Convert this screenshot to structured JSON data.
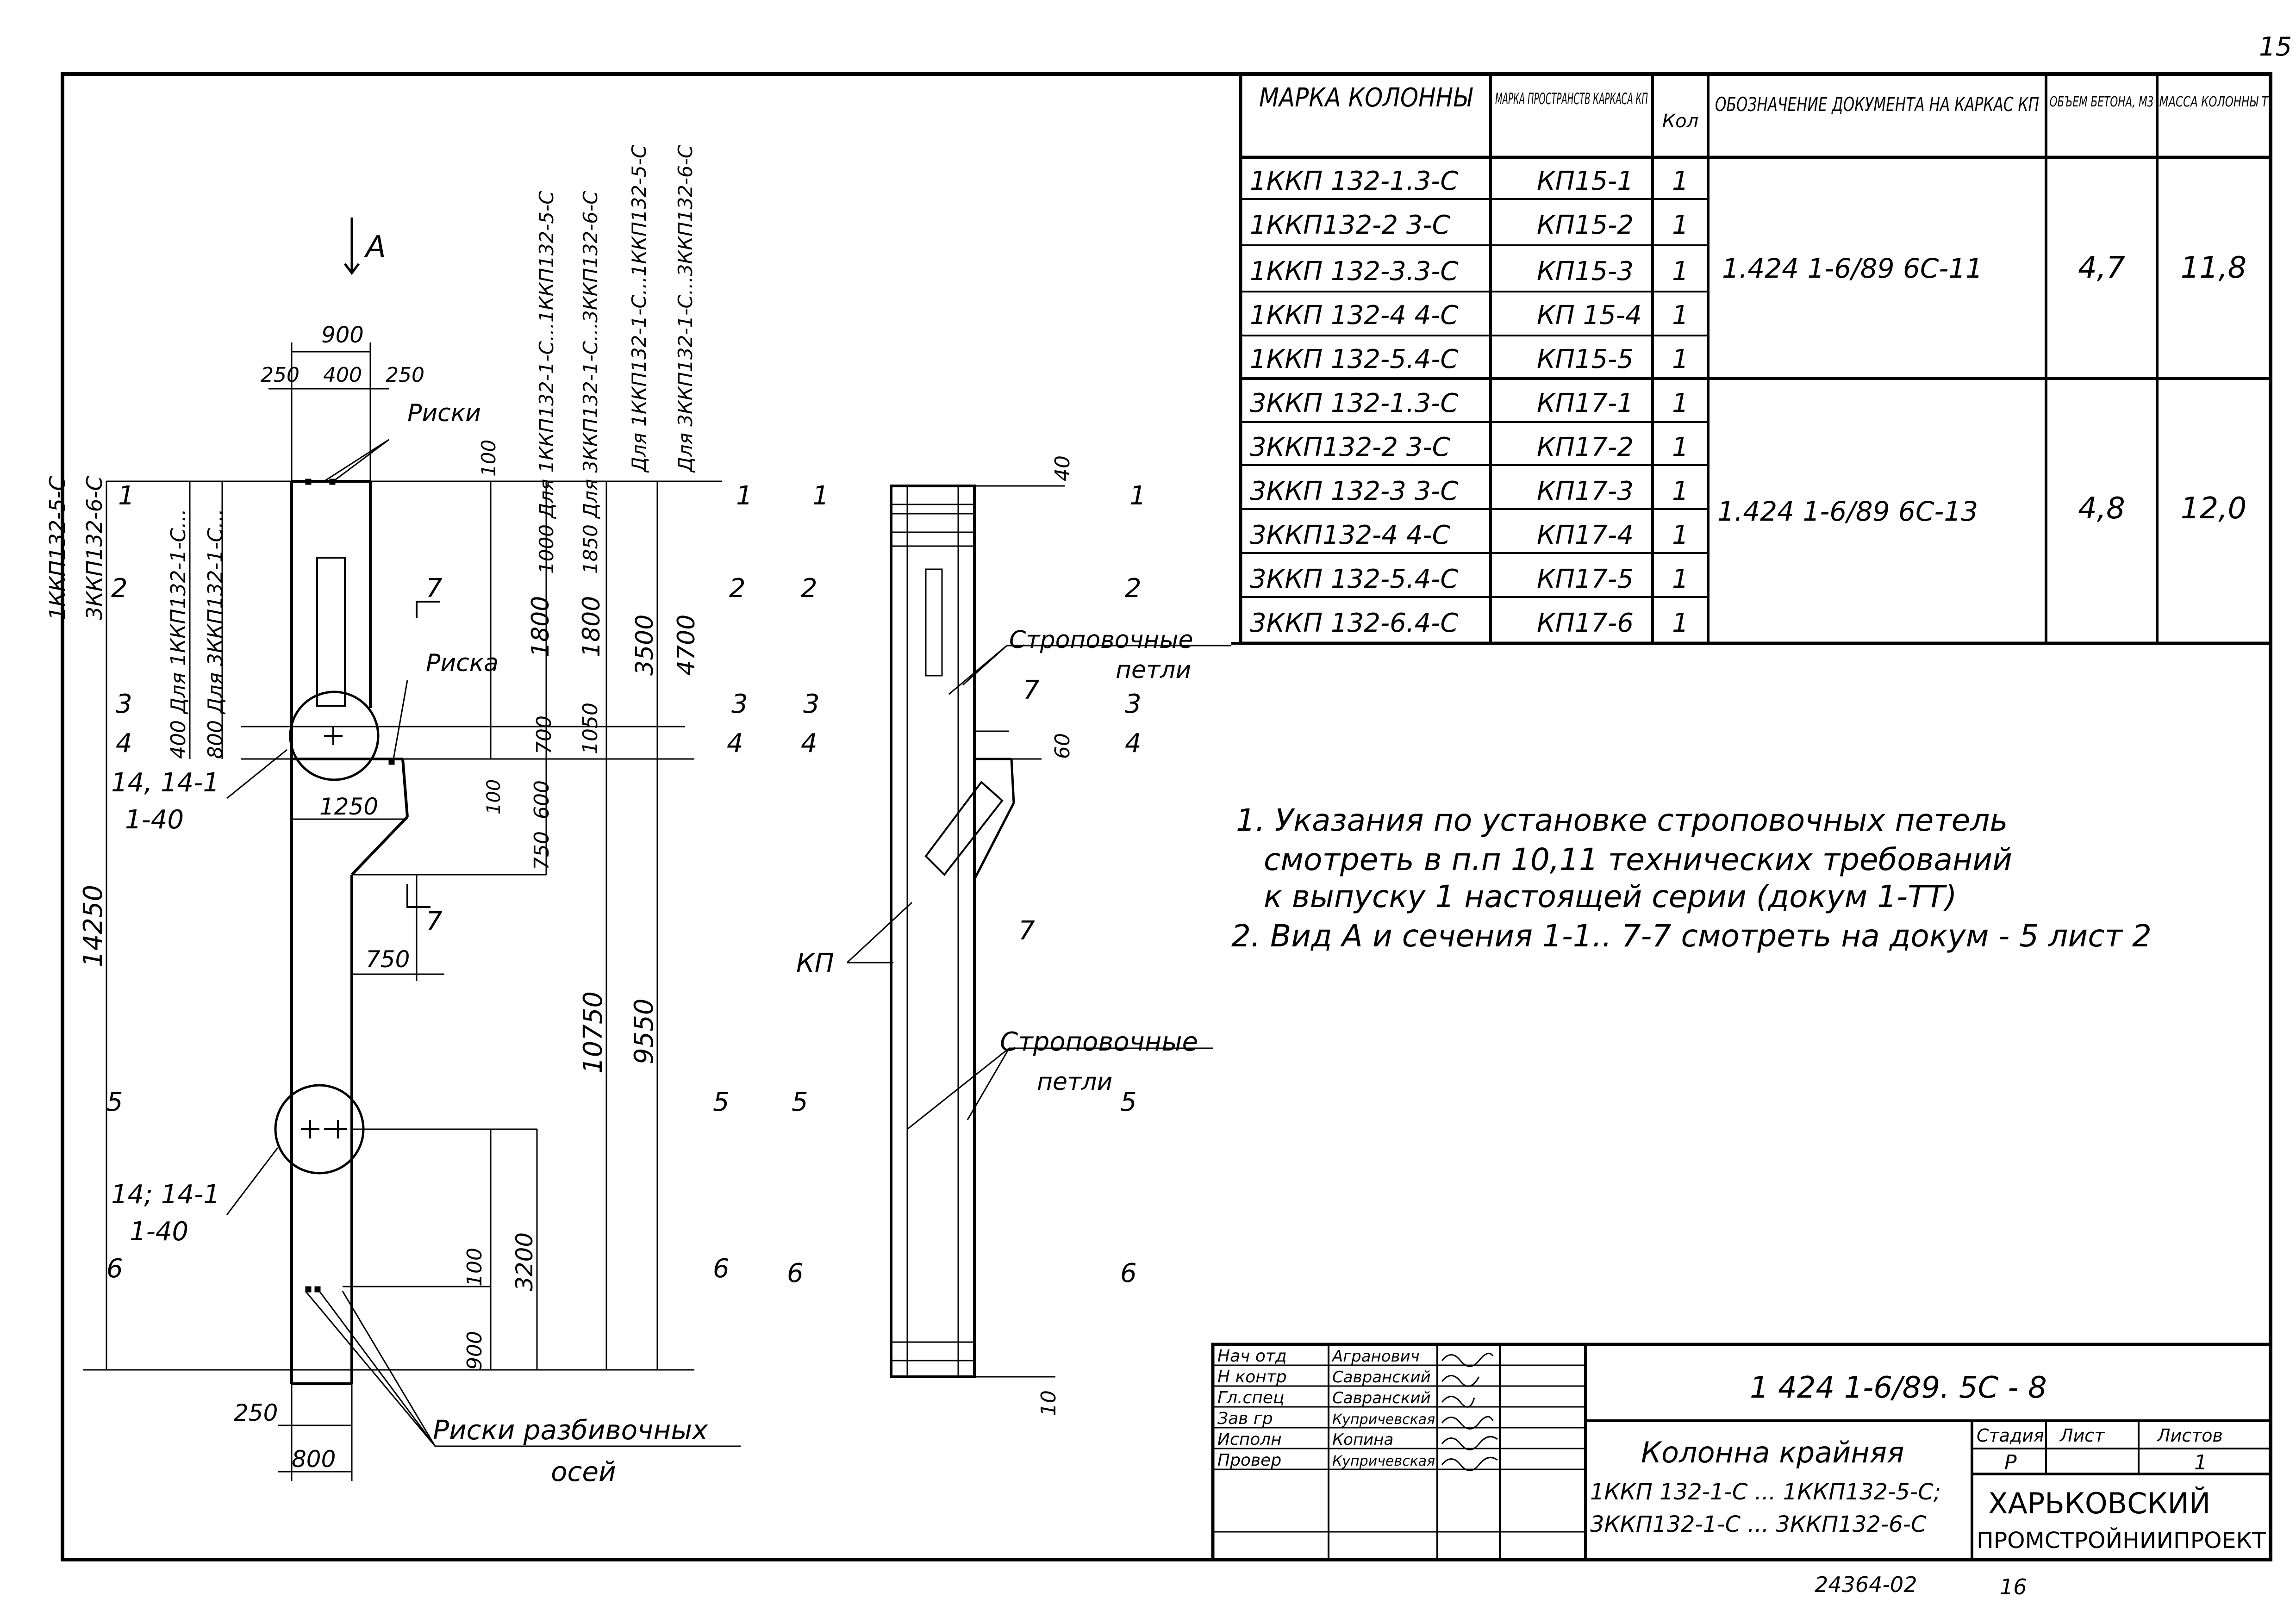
{
  "sheet": {
    "page_number": "15",
    "archive_number": "24364-02",
    "archive_sheet": "16"
  },
  "table": {
    "headers": [
      "МАРКА КОЛОННЫ",
      "МАРКА ПРОСТРАНСТВ КАРКАСА КП",
      "Кол",
      "ОБОЗНАЧЕНИЕ ДОКУМЕНТА НА КАРКАС КП",
      "ОБЪЕМ БЕТОНА, М3",
      "МАССА КОЛОННЫ Т"
    ],
    "group1": {
      "rows": [
        {
          "col": "1ККП 132-1.3-С",
          "kp": "КП15-1",
          "qty": "1"
        },
        {
          "col": "1ККП132-2 3-С",
          "kp": "КП15-2",
          "qty": "1"
        },
        {
          "col": "1ККП 132-3.3-С",
          "kp": "КП15-3",
          "qty": "1"
        },
        {
          "col": "1ККП 132-4 4-С",
          "kp": "КП 15-4",
          "qty": "1"
        },
        {
          "col": "1ККП 132-5.4-С",
          "kp": "КП15-5",
          "qty": "1"
        }
      ],
      "doc": "1.424 1-6/89 6С-11",
      "volume": "4,7",
      "mass": "11,8"
    },
    "group2": {
      "rows": [
        {
          "col": "3ККП 132-1.3-С",
          "kp": "КП17-1",
          "qty": "1"
        },
        {
          "col": "3ККП132-2 3-С",
          "kp": "КП17-2",
          "qty": "1"
        },
        {
          "col": "3ККП 132-3 3-С",
          "kp": "КП17-3",
          "qty": "1"
        },
        {
          "col": "3ККП132-4 4-С",
          "kp": "КП17-4",
          "qty": "1"
        },
        {
          "col": "3ККП 132-5.4-С",
          "kp": "КП17-5",
          "qty": "1"
        },
        {
          "col": "3ККП 132-6.4-С",
          "kp": "КП17-6",
          "qty": "1"
        }
      ],
      "doc": "1.424 1-6/89 6С-13",
      "volume": "4,8",
      "mass": "12,0"
    }
  },
  "notes": [
    "1. Указания по установке строповочных петель",
    "смотреть в п.п 10,11 технических требований",
    "к выпуску 1 настоящей серии (докум 1-ТТ)",
    "2. Вид А и сечения 1-1.. 7-7 смотреть на докум - 5 лист 2"
  ],
  "drawing": {
    "view_a": "А",
    "dims_top": [
      "900",
      "250",
      "400",
      "250"
    ],
    "riski": "Риски",
    "riska": "Риска",
    "dim_100": "100",
    "vertical_labels": [
      "1ККП132-5-С",
      "3ККП132-6-С",
      "400 Для 1ККП132-1-С...",
      "800 Для 3ККП132-1-С...",
      "1000 Для 1ККП132-1-С...1ККП132-5-С",
      "1850 Для 3ККП132-1-С...3ККП132-6-С",
      "Для 1ККП132-1-С...1ККП132-5-С",
      "Для 3ККП132-1-С...3ККП132-6-С"
    ],
    "dims_vertical": [
      "1800",
      "1800",
      "700",
      "1050",
      "3500",
      "4700",
      "600",
      "100",
      "750",
      "14250",
      "10750",
      "9550",
      "3200",
      "900",
      "100"
    ],
    "dim_1250": "1250",
    "dim_750": "750",
    "dim_250": "250",
    "dim_800": "800",
    "ref_top": "14, 14-1",
    "ref_top2": "1-40",
    "ref_mid": "14; 14-1",
    "ref_mid2": "1-40",
    "sec7": "7",
    "risk_axes_1": "Риски разбивочных",
    "risk_axes_2": "осей",
    "section_marks": [
      "1",
      "2",
      "3",
      "4",
      "5",
      "6"
    ],
    "kp": "КП",
    "loops_1": "Строповочные",
    "loops_2": "петли",
    "dim_40": "40",
    "dim_60": "60",
    "dim_10": "10"
  },
  "title_block": {
    "roles": [
      "Нач отд",
      "Н контр",
      "Гл.спец",
      "Зав гр",
      "Исполн",
      "Провер"
    ],
    "names": [
      "Агранович",
      "Савранский",
      "Савранский",
      "Купричевская",
      "Копина",
      "Купричевская"
    ],
    "doc_number": "1 424 1-6/89. 5С - 8",
    "title_line1": "Колонна крайняя",
    "title_line2": "1ККП 132-1-С ... 1ККП132-5-С;",
    "title_line3": "3ККП132-1-С ... 3ККП132-6-С",
    "stage_label": "Стадия",
    "sheet_label": "Лист",
    "sheets_label": "Листов",
    "stage": "Р",
    "sheets": "1",
    "org_line1": "ХАРЬКОВСКИЙ",
    "org_line2": "ПРОМСТРОЙНИИПРОЕКТ"
  }
}
